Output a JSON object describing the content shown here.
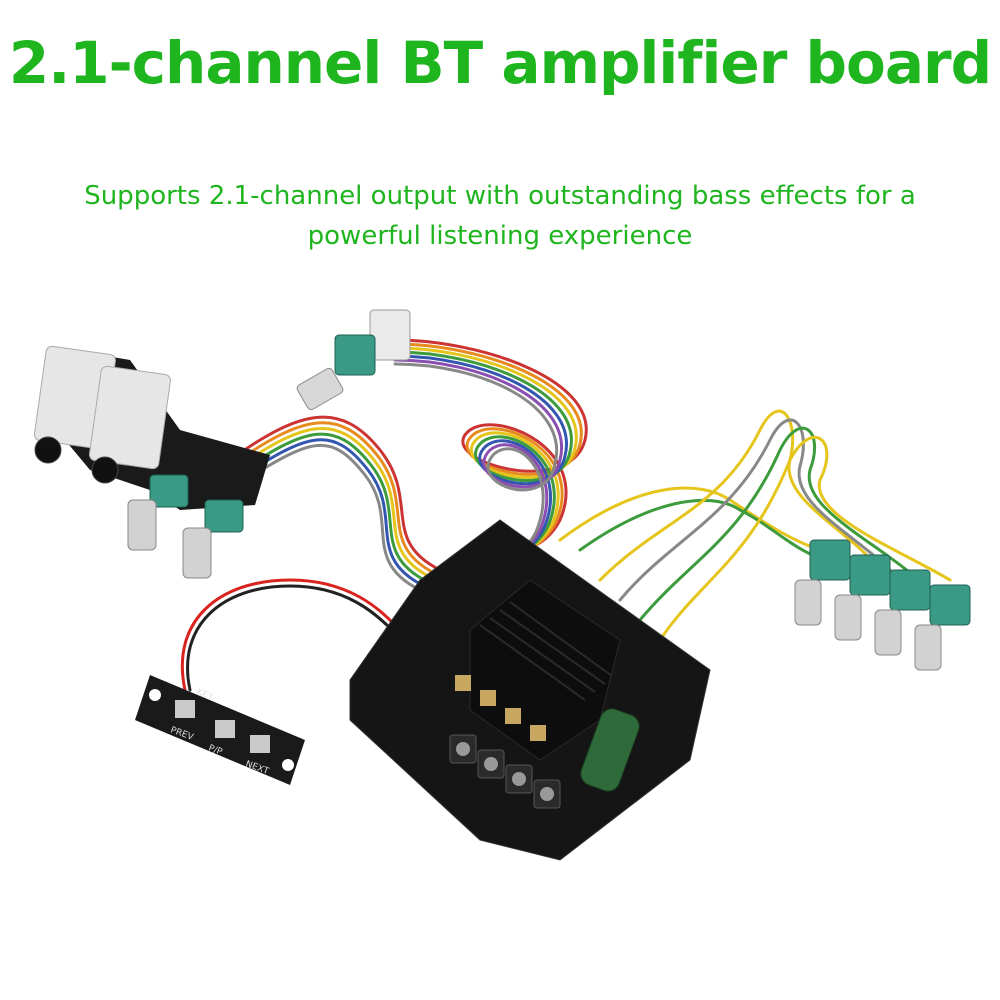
{
  "header": {
    "title": "2.1-channel BT amplifier board",
    "subtitle": "Supports 2.1-channel output with outstanding bass effects for a powerful listening experience"
  },
  "product": {
    "button_labels": [
      "PREV",
      "P/P",
      "NEXT"
    ],
    "board_marking": "KEY"
  },
  "colors": {
    "accent": "#1fb51f",
    "pcb": "#151515",
    "heatsink": "#0d0d0d",
    "capacitor": "#2f6b3a",
    "knob_body": "#3a9a86",
    "wire_red": "#d9231f"
  }
}
